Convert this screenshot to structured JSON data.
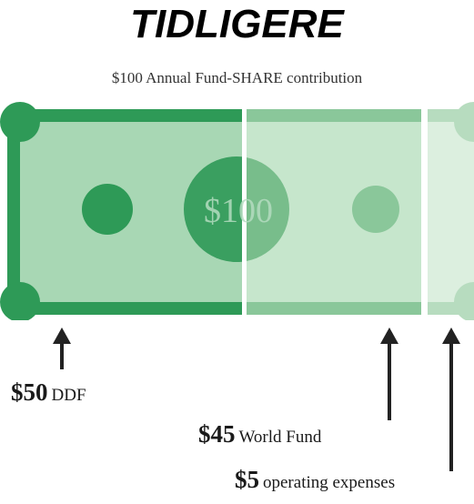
{
  "heading": "TIDLIGERE",
  "subtitle": "$100 Annual Fund-SHARE contribution",
  "bill_text": "$100",
  "labels": [
    {
      "amount": "$50",
      "name": "DDF"
    },
    {
      "amount": "$45",
      "name": "World Fund"
    },
    {
      "amount": "$5",
      "name": "operating expenses"
    }
  ],
  "colors": {
    "ddf_dark": "#2e9a57",
    "ddf_light": "#a8d7b4",
    "world_dark": "#8ac79a",
    "world_light": "#c6e6cc",
    "ops_light": "#dcefdf",
    "ops_dark": "#b7dcbf"
  }
}
